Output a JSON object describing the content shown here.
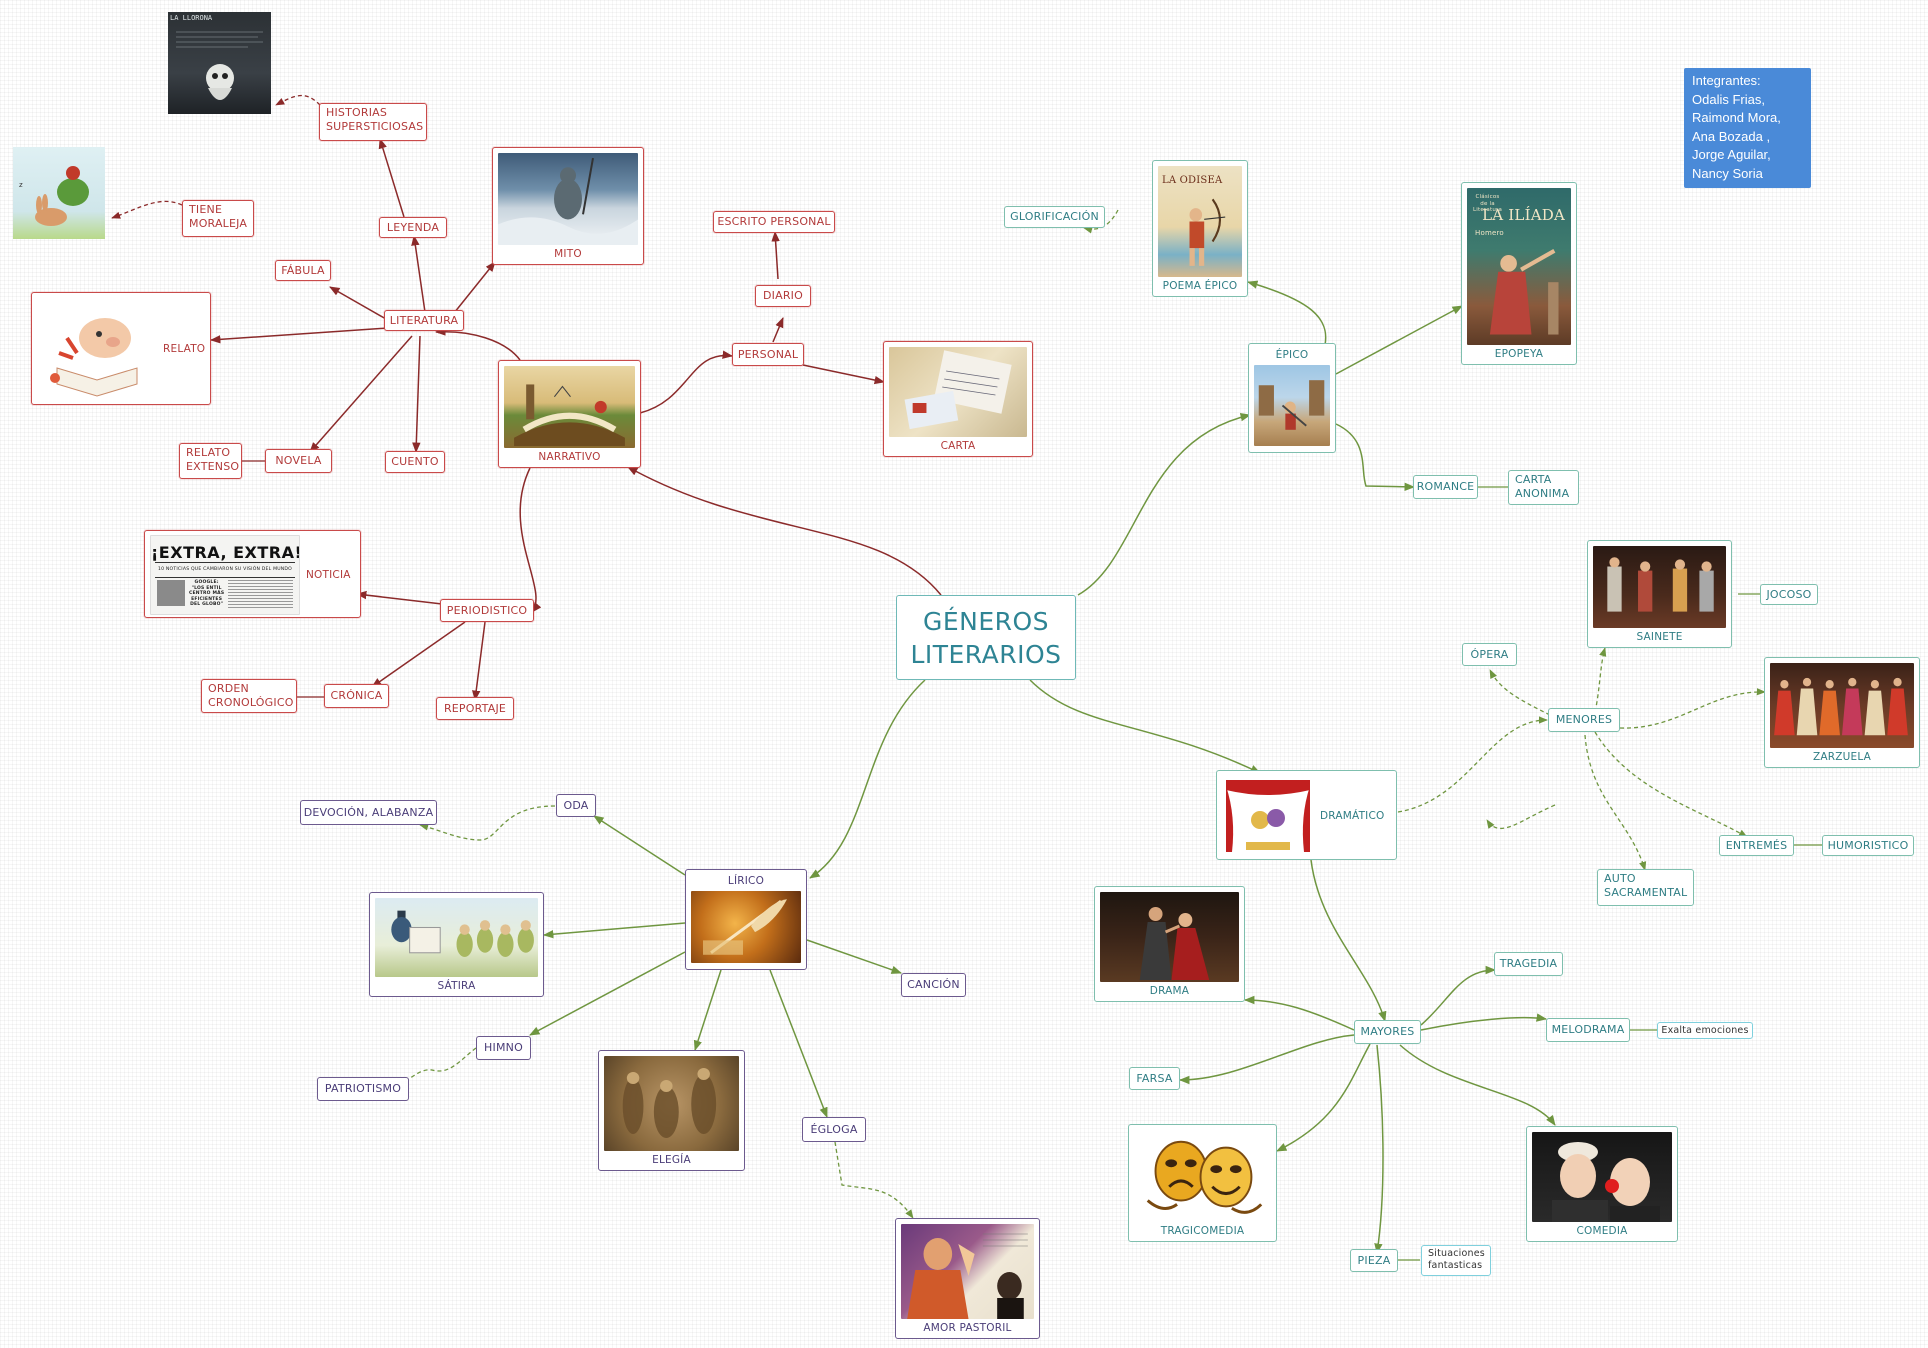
{
  "root": {
    "line1": "GÉNEROS",
    "line2": "LITERARIOS"
  },
  "team": {
    "heading": "Integrantes:",
    "members": [
      "Odalis Frias,",
      "Raimond Mora,",
      "Ana Bozada ,",
      "Jorge Aguilar,",
      "Nancy Soria"
    ]
  },
  "narrativo": {
    "label": "NARRATIVO",
    "literatura": "LITERATURA",
    "mito": "MITO",
    "leyenda": "LEYENDA",
    "historias": [
      "HISTORIAS",
      "SUPERSTICIOSAS"
    ],
    "fabula": "FÁBULA",
    "tiene_moraleja": [
      "TIENE",
      "MORALEJA"
    ],
    "relato": "RELATO",
    "novela": "NOVELA",
    "relato_extenso": [
      "RELATO",
      "EXTENSO"
    ],
    "cuento": "CUENTO",
    "personal": "PERSONAL",
    "diario": "DIARIO",
    "escrito_personal": "ESCRITO PERSONAL",
    "carta": "CARTA",
    "periodistico": "PERIODISTICO",
    "noticia": "NOTICIA",
    "cronica": "CRÓNICA",
    "orden": [
      "ORDEN",
      "CRONOLÓGICO"
    ],
    "reportaje": "REPORTAJE",
    "llorona_title": "LA LLORONA",
    "extra_headline": "¡EXTRA, EXTRA!",
    "extra_sub": "10 NOTICIAS QUE CAMBIARON SU VISIÓN DEL MUNDO",
    "extra_side": [
      "GOOGLE:",
      "\"LOS ENTIL",
      "CENTRO MÁS",
      "EFICIENTES",
      "DEL GLOBO\""
    ]
  },
  "epico": {
    "label": "ÉPICO",
    "poema_epico": "POEMA ÉPICO",
    "glorificacion": "GLORIFICACIÓN",
    "epopeya": "EPOPEYA",
    "romance": "ROMANCE",
    "carta_anonima": [
      "CARTA",
      "ANONIMA"
    ],
    "odisea_title": "LA ODISEA",
    "iliada_title": "LA ILÍADA",
    "iliada_author": "Homero",
    "iliada_top": [
      "Clásicos",
      "de la",
      "Literatura"
    ]
  },
  "dramatico": {
    "label": "DRAMÁTICO",
    "menores": "MENORES",
    "opera": "ÓPERA",
    "sainete": "SAINETE",
    "jocoso": "JOCOSO",
    "zarzuela": "ZARZUELA",
    "entremes": "ENTREMÉS",
    "humoristico": "HUMORISTICO",
    "auto": [
      "AUTO",
      "SACRAMENTAL"
    ],
    "mayores": "MAYORES",
    "drama": "DRAMA",
    "tragedia": "TRAGEDIA",
    "melodrama": "MELODRAMA",
    "exalta": "Exalta emociones",
    "farsa": "FARSA",
    "tragicomedia": "TRAGICOMEDIA",
    "comedia": "COMEDIA",
    "pieza": "PIEZA",
    "situaciones": [
      "Situaciones",
      "fantasticas"
    ]
  },
  "lirico": {
    "label": "LÍRICO",
    "oda": "ODA",
    "devocion": "DEVOCIÓN, ALABANZA",
    "satira": "SÁTIRA",
    "himno": "HIMNO",
    "patriotismo": "PATRIOTISMO",
    "cancion": "CANCIÓN",
    "elegia": "ELEGÍA",
    "egloga": "ÉGLOGA",
    "amor_pastoril": "AMOR PASTORIL"
  },
  "colors": {
    "narrativo": "#8b2a2a",
    "epico": "#7a9a3a",
    "dramatico": "#6a8e3a",
    "lirico": "#6a8e3a"
  }
}
